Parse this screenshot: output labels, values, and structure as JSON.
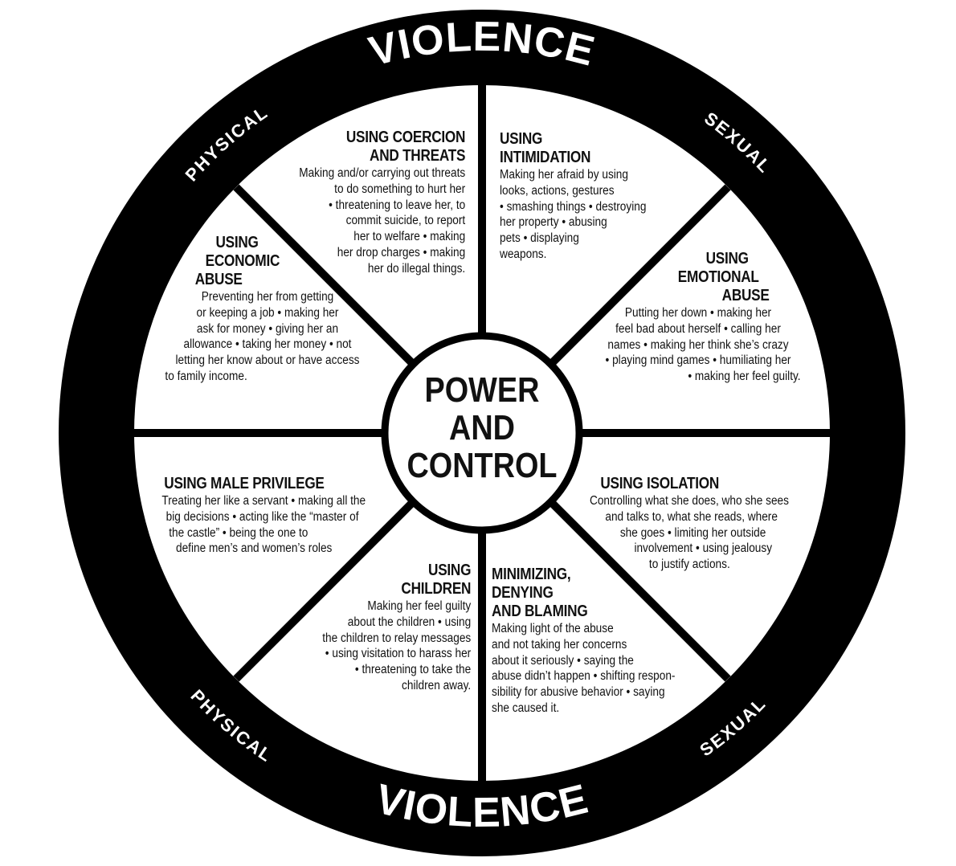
{
  "colors": {
    "ring": "#000000",
    "background": "#ffffff",
    "ring_text": "#ffffff",
    "text": "#111111"
  },
  "ring": {
    "top": {
      "left_label": "PHYSICAL",
      "center_label": "VIOLENCE",
      "right_label": "SEXUAL"
    },
    "bottom": {
      "left_label": "PHYSICAL",
      "center_label": "VIOLENCE",
      "right_label": "SEXUAL"
    }
  },
  "hub": {
    "lines": [
      "POWER",
      "AND",
      "CONTROL"
    ]
  },
  "sections": {
    "coercion": {
      "title": [
        "USING COERCION",
        "AND THREATS"
      ],
      "body": [
        "Making and/or carrying out threats",
        "to do something to hurt her",
        "• threatening to leave her, to",
        "commit suicide, to report",
        "her to welfare • making",
        "her drop charges • making",
        "her do illegal things."
      ]
    },
    "intimidation": {
      "title": [
        "USING",
        "INTIMIDATION"
      ],
      "body": [
        "Making her afraid by using",
        "looks, actions, gestures",
        "• smashing things • destroying",
        "her property • abusing",
        "pets • displaying",
        "weapons."
      ]
    },
    "economic": {
      "title": [
        "USING",
        "ECONOMIC",
        "ABUSE"
      ],
      "body": [
        "Preventing her from getting",
        "or keeping a job • making her",
        "ask for money • giving her an",
        "allowance • taking her money • not",
        "letting her know about or have access",
        "to family income."
      ]
    },
    "emotional": {
      "title": [
        "USING",
        "EMOTIONAL",
        "ABUSE"
      ],
      "body": [
        "Putting her down • making her",
        "feel bad about herself • calling her",
        "names • making her think she’s crazy",
        "• playing mind games • humiliating her",
        "• making her feel guilty."
      ]
    },
    "male_privilege": {
      "title": [
        "USING MALE PRIVILEGE"
      ],
      "body": [
        "Treating her like a servant • making all the",
        "big decisions • acting like the “master of",
        "the castle”  • being the one to",
        "define men’s and women’s roles"
      ]
    },
    "isolation": {
      "title": [
        "USING ISOLATION"
      ],
      "body": [
        "Controlling what she does, who she sees",
        "and talks to, what she reads, where",
        "she goes • limiting her outside",
        "involvement • using jealousy",
        "to justify actions."
      ]
    },
    "children": {
      "title": [
        "USING",
        "CHILDREN"
      ],
      "body": [
        "Making her feel guilty",
        "about the children • using",
        "the children to relay messages",
        "• using visitation to harass her",
        "• threatening to take the",
        "children away."
      ]
    },
    "minimizing": {
      "title": [
        "MINIMIZING,",
        "DENYING",
        "AND BLAMING"
      ],
      "body": [
        "Making light of the abuse",
        "and not taking her concerns",
        "about it seriously • saying the",
        "abuse didn’t happen • shifting respon-",
        "sibility for abusive behavior • saying",
        "she caused it."
      ]
    }
  }
}
